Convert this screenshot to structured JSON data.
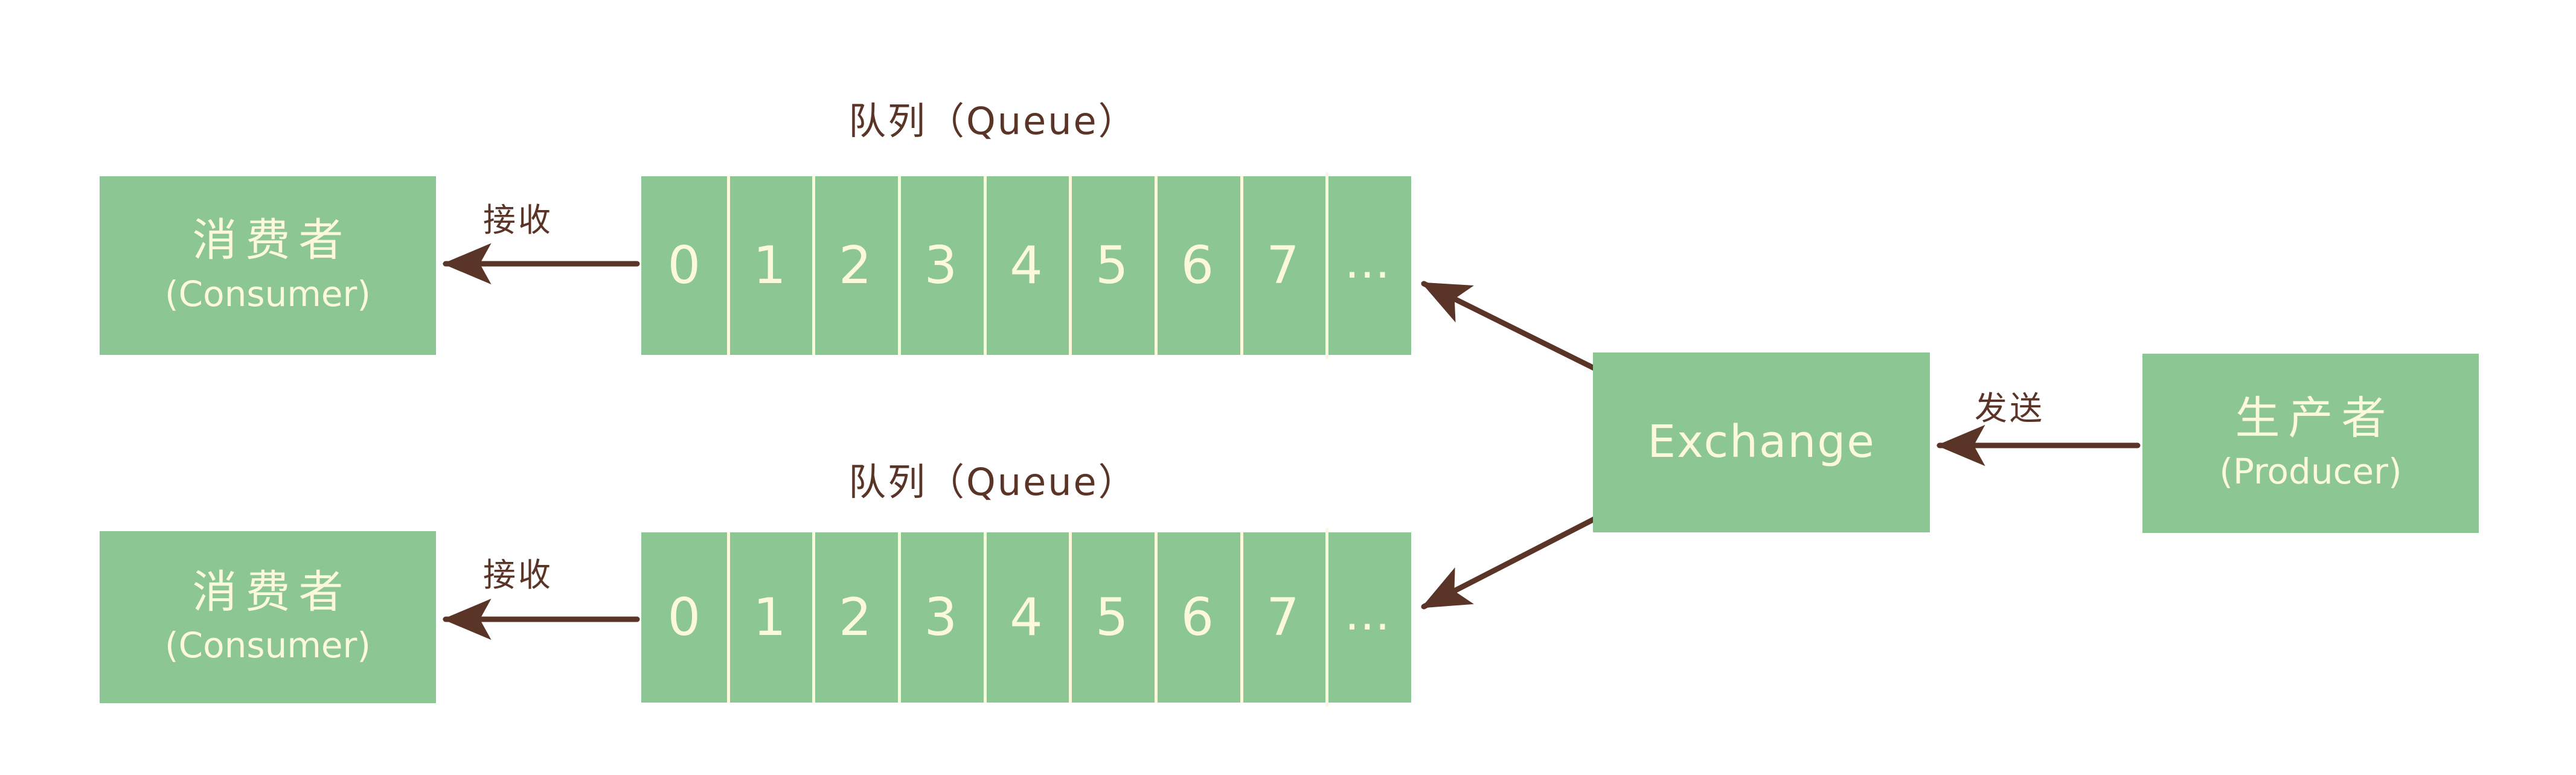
{
  "palette": {
    "box_fill": "#8BC693",
    "box_text": "#FBF8DC",
    "ink": "#5A3527",
    "background": "#FFFFFF"
  },
  "diagram": {
    "type": "message-queue-architecture",
    "queue_caption_top": "队列（Queue）",
    "queue_caption_bottom": "队列（Queue）",
    "queue_cells": [
      "0",
      "1",
      "2",
      "3",
      "4",
      "5",
      "6",
      "7",
      "…"
    ],
    "consumer_top": {
      "cn": "消费者",
      "en": "(Consumer)"
    },
    "consumer_bottom": {
      "cn": "消费者",
      "en": "(Consumer)"
    },
    "exchange": {
      "label": "Exchange"
    },
    "producer": {
      "cn": "生产者",
      "en": "(Producer)"
    },
    "arrows": {
      "receive_top": "接收",
      "receive_bottom": "接收",
      "send": "发送"
    }
  }
}
